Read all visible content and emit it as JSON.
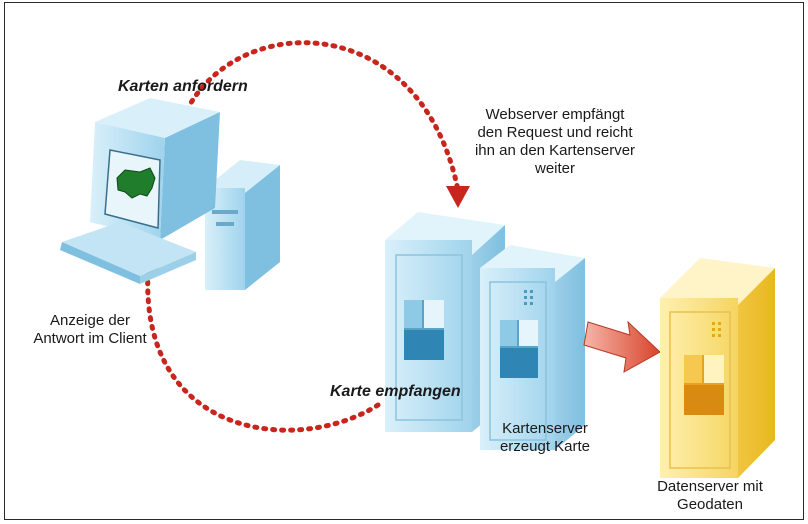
{
  "labels": {
    "request": "Karten anfordern",
    "webserver_line1": "Webserver empfängt",
    "webserver_line2": "den Request und reicht",
    "webserver_line3": "ihn an den Kartenserver",
    "webserver_line4": "weiter",
    "display_line1": "Anzeige der",
    "display_line2": "Antwort im Client",
    "receive": "Karte empfangen",
    "mapserver_line1": "Kartenserver",
    "mapserver_line2": "erzeugt Karte",
    "dataserver_line1": "Datenserver mit",
    "dataserver_line2": "Geodaten"
  },
  "colors": {
    "dotted_arrow": "#c8251c",
    "client_blue": "#a9d8ee",
    "server_blue": "#bfe3f3",
    "data_yellow": "#f7dc78",
    "transfer_arrow": "#e9735e",
    "map_green": "#1f7d2c"
  }
}
